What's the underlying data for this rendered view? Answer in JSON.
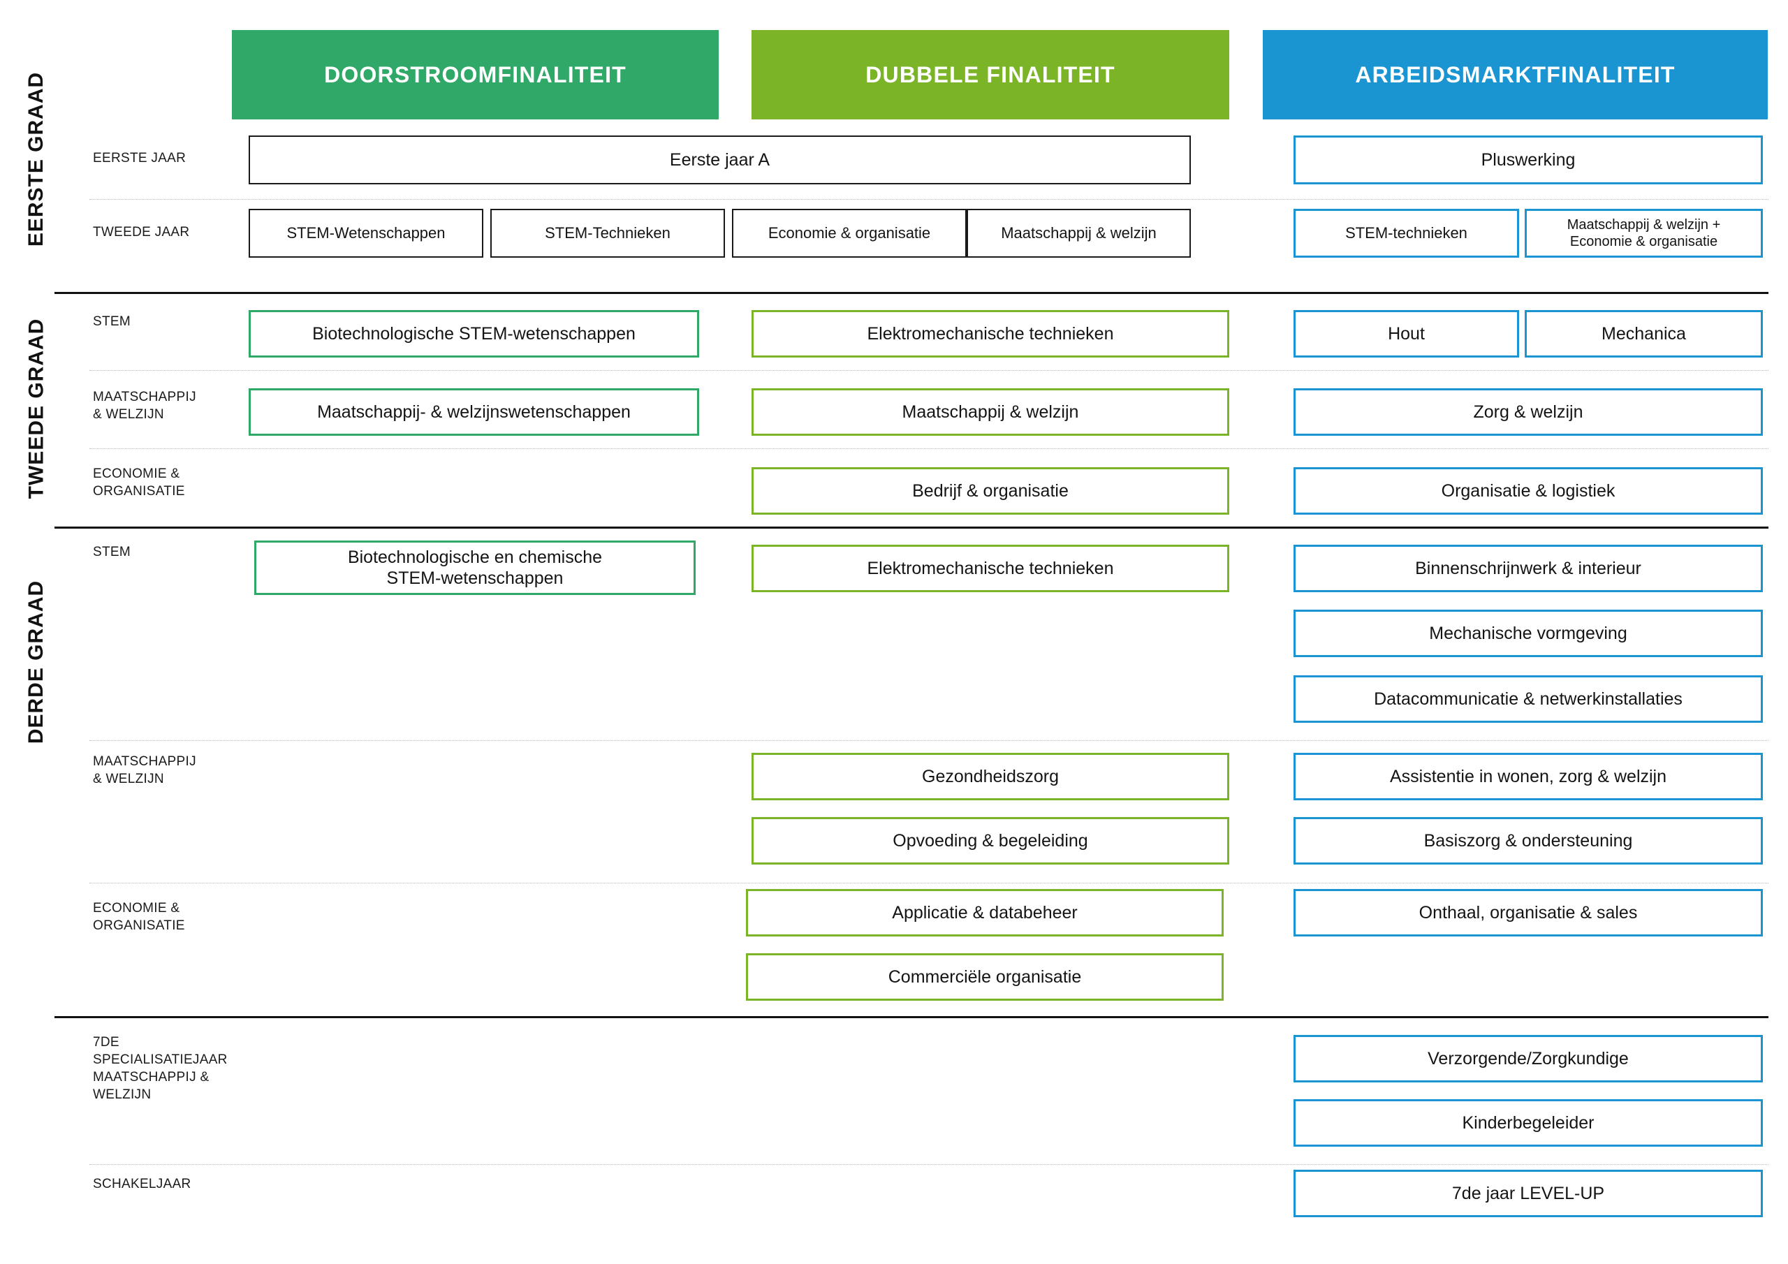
{
  "grades": [
    {
      "name": "EERSTE GRAAD"
    },
    {
      "name": "TWEEDE GRAAD"
    },
    {
      "name": "DERDE GRAAD"
    }
  ],
  "columns": [
    {
      "title": "DOORSTROOMFINALITEIT",
      "color": "#2fa868"
    },
    {
      "title": "DUBBELE FINALITEIT",
      "color": "#7cb427"
    },
    {
      "title": "ARBEIDSMARKTFINALITEIT",
      "color": "#1b94d2"
    }
  ],
  "rows": {
    "eerste_jaar": {
      "label": "EERSTE JAAR"
    },
    "tweede_jaar": {
      "label": "TWEEDE JAAR"
    },
    "g2_stem": {
      "label": "STEM"
    },
    "g2_maats": {
      "label": "MAATSCHAPPIJ\n& WELZIJN"
    },
    "g2_econ": {
      "label": "ECONOMIE &\nORGANISATIE"
    },
    "g3_stem": {
      "label": "STEM"
    },
    "g3_maats": {
      "label": "MAATSCHAPPIJ\n& WELZIJN"
    },
    "g3_econ": {
      "label": "ECONOMIE &\nORGANISATIE"
    },
    "spec7": {
      "label": "7DE\nSPECIALISATIEJAAR\nMAATSCHAPPIJ &\nWELZIJN"
    },
    "schakel": {
      "label": "SCHAKELJAAR"
    }
  },
  "boxes": {
    "eerste_jaar_a": "Eerste jaar A",
    "pluswerking": "Pluswerking",
    "tj_stem_wetenschappen": "STEM-Wetenschappen",
    "tj_stem_technieken": "STEM-Technieken",
    "tj_economie_organisatie": "Economie & organisatie",
    "tj_maatschappij_welzijn": "Maatschappij & welzijn",
    "tj_blue_stem_technieken": "STEM-technieken",
    "tj_blue_combi": "Maatschappij & welzijn +\nEconomie & organisatie",
    "g2_bio_stem": "Biotechnologische STEM-wetenschappen",
    "g2_elektromech": "Elektromechanische technieken",
    "g2_hout": "Hout",
    "g2_mechanica": "Mechanica",
    "g2_maats_welz_wet": "Maatschappij- & welzijnswetenschappen",
    "g2_maats_welz": "Maatschappij & welzijn",
    "g2_zorg_welzijn": "Zorg & welzijn",
    "g2_bedrijf_org": "Bedrijf & organisatie",
    "g2_org_logistiek": "Organisatie & logistiek",
    "g3_bio_chem_stem": "Biotechnologische  en chemische\nSTEM-wetenschappen",
    "g3_elektromech": "Elektromechanische technieken",
    "g3_binnenschrijnwerk": "Binnenschrijnwerk & interieur",
    "g3_mech_vormgeving": "Mechanische vormgeving",
    "g3_datacom": "Datacommunicatie & netwerkinstallaties",
    "g3_gezondheidszorg": "Gezondheidszorg",
    "g3_assistentie": "Assistentie in wonen, zorg & welzijn",
    "g3_opvoeding": "Opvoeding & begeleiding",
    "g3_basiszorg": "Basiszorg & ondersteuning",
    "g3_applicatie": "Applicatie & databeheer",
    "g3_onthaal": "Onthaal, organisatie & sales",
    "g3_commerciele": "Commerciële organisatie",
    "spec_verzorgende": "Verzorgende/Zorgkundige",
    "spec_kinderbegeleider": "Kinderbegeleider",
    "schakel_levelup": "7de jaar LEVEL-UP"
  }
}
